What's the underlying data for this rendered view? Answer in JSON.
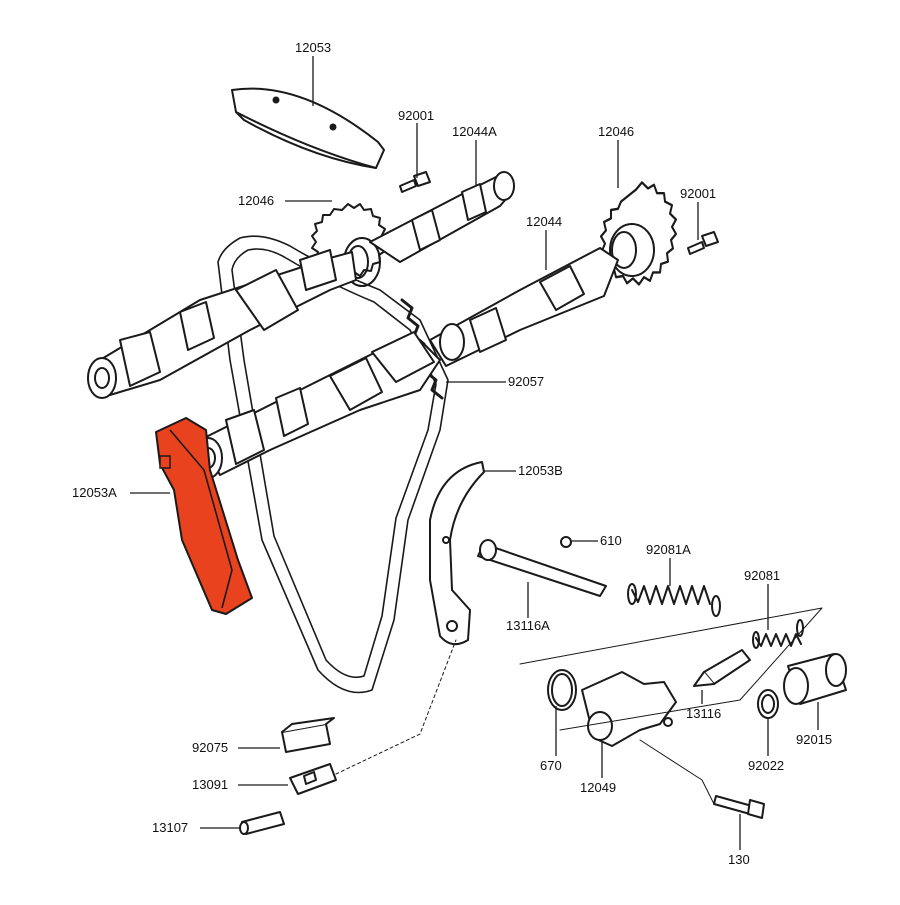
{
  "parts": {
    "p12053": "12053",
    "p92001_a": "92001",
    "p12044A": "12044A",
    "p12046_a": "12046",
    "p12046_b": "12046",
    "p92001_b": "92001",
    "p12044": "12044",
    "p92057": "92057",
    "p12053A": "12053A",
    "p12053B": "12053B",
    "p610": "610",
    "p92081A": "92081A",
    "p92081": "92081",
    "p13116A": "13116A",
    "p13116": "13116",
    "p670": "670",
    "p12049": "12049",
    "p92022": "92022",
    "p92015": "92015",
    "p92075": "92075",
    "p13091": "13091",
    "p13107": "13107",
    "p130": "130"
  },
  "colors": {
    "highlight": "#e8431e",
    "line": "#1a1a1a"
  }
}
